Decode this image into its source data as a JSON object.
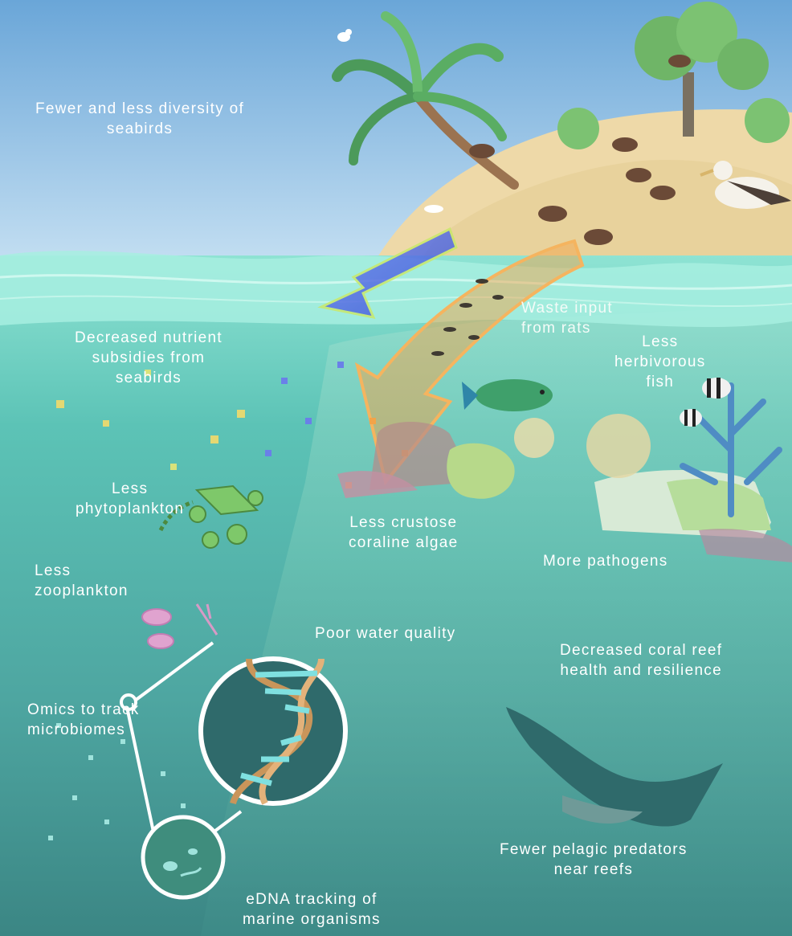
{
  "labels": {
    "seabirds": [
      "Fewer and less diversity of",
      "seabirds"
    ],
    "nutrients": [
      "Decreased nutrient",
      "subsidies from",
      "seabirds"
    ],
    "waste": [
      "Waste input",
      "from rats"
    ],
    "herbivorous": [
      "Less",
      "herbivorous",
      "fish"
    ],
    "phytoplankton": [
      "Less",
      "phytoplankton"
    ],
    "zooplankton": [
      "Less",
      "zooplankton"
    ],
    "coralline": [
      "Less crustose",
      "coraline algae"
    ],
    "pathogens": "More pathogens",
    "water_quality": "Poor water quality",
    "reef_health": [
      "Decreased coral reef",
      "health and resilience"
    ],
    "omics": [
      "Omics to track",
      "microbiomes"
    ],
    "predators": [
      "Fewer pelagic predators",
      "near reefs"
    ],
    "edna": [
      "eDNA tracking of",
      "marine organisms"
    ]
  },
  "colors": {
    "sky_top": "#6aa6d8",
    "sky_bottom": "#c4dff2",
    "sand": "#eed9a8",
    "water_surface": "#7fd9c9",
    "water_deep": "#3f8f8c",
    "nutrient_arrow": "#5a6fe0",
    "rat_waste_arrow": "#f2a449",
    "text": "#ffffff"
  },
  "icons": [
    "palm-tree-icon",
    "tree-icon",
    "rat-icon",
    "seabird-icon",
    "tern-icon",
    "parrotfish-icon",
    "damselfish-icon",
    "coral-icon",
    "manta-ray-icon",
    "dna-helix-icon",
    "phytoplankton-icon",
    "zooplankton-icon",
    "microbe-icon"
  ]
}
